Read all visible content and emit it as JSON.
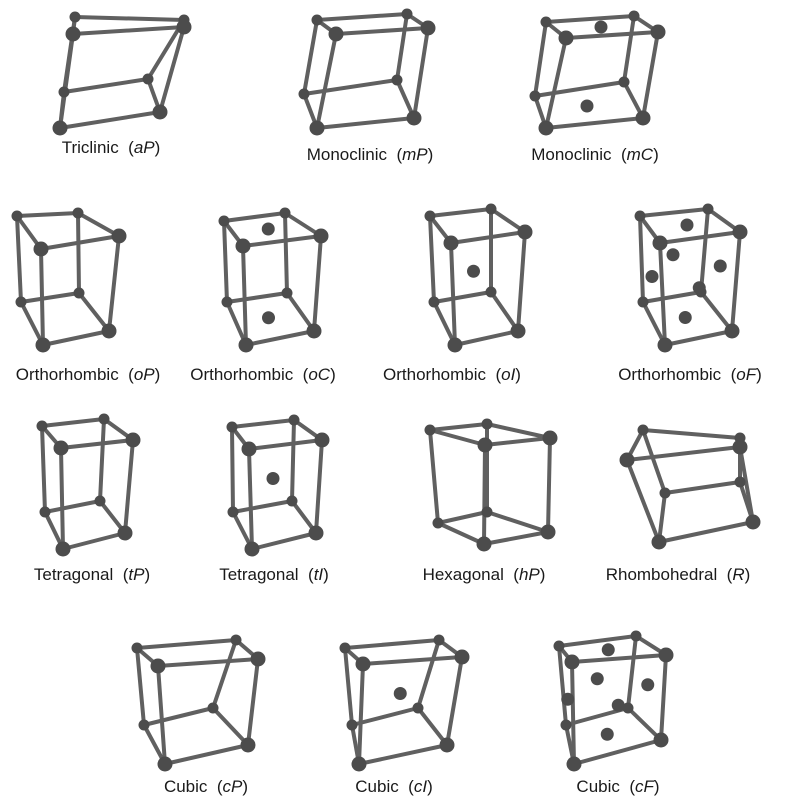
{
  "figure": {
    "colors": {
      "rod": "#606060",
      "atom": "#4c4c4c",
      "text": "#1a1a1a"
    },
    "lattices": [
      {
        "name": "Triclinic",
        "symbol": "aP",
        "centering": "P"
      },
      {
        "name": "Monoclinic",
        "symbol": "mP",
        "centering": "P"
      },
      {
        "name": "Monoclinic",
        "symbol": "mC",
        "centering": "C"
      },
      {
        "name": "Orthorhombic",
        "symbol": "oP",
        "centering": "P"
      },
      {
        "name": "Orthorhombic",
        "symbol": "oC",
        "centering": "C"
      },
      {
        "name": "Orthorhombic",
        "symbol": "oI",
        "centering": "I"
      },
      {
        "name": "Orthorhombic",
        "symbol": "oF",
        "centering": "F"
      },
      {
        "name": "Tetragonal",
        "symbol": "tP",
        "centering": "P"
      },
      {
        "name": "Tetragonal",
        "symbol": "tI",
        "centering": "I"
      },
      {
        "name": "Hexagonal",
        "symbol": "hP",
        "centering": "P"
      },
      {
        "name": "Rhombohedral",
        "symbol": "R",
        "centering": "P"
      },
      {
        "name": "Cubic",
        "symbol": "cP",
        "centering": "P"
      },
      {
        "name": "Cubic",
        "symbol": "cI",
        "centering": "I"
      },
      {
        "name": "Cubic",
        "symbol": "cF",
        "centering": "F"
      }
    ]
  }
}
